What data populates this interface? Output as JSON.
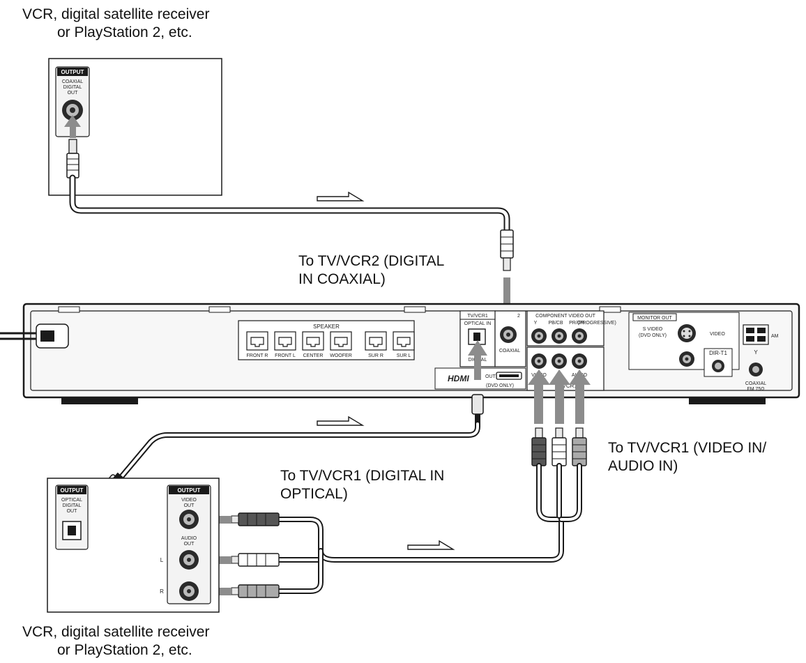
{
  "labels": {
    "top_device": [
      "VCR, digital satellite receiver",
      "or PlayStation 2, etc."
    ],
    "bottom_device": [
      "VCR, digital satellite receiver",
      "or PlayStation 2, etc."
    ],
    "to_coaxial": [
      "To TV/VCR2 (DIGITAL",
      "IN COAXIAL)"
    ],
    "to_optical": [
      "To TV/VCR1 (DIGITAL IN",
      "OPTICAL)"
    ],
    "to_video_audio": [
      "To TV/VCR1 (VIDEO IN/",
      "AUDIO IN)"
    ]
  },
  "top_device_panel": {
    "output": "OUTPUT",
    "jack_label": [
      "COAXIAL",
      "DIGITAL",
      "OUT"
    ]
  },
  "bottom_device_panel": {
    "output_left": "OUTPUT",
    "optical_label": [
      "OPTICAL",
      "DIGITAL",
      "OUT"
    ],
    "output_right": "OUTPUT",
    "video_label": [
      "VIDEO",
      "OUT"
    ],
    "audio_label": [
      "AUDIO",
      "OUT"
    ],
    "channel_l": "L",
    "channel_r": "R"
  },
  "main_unit": {
    "speaker": "SPEAKER",
    "speaker_ports": [
      "FRONT R",
      "FRONT L",
      "CENTER",
      "WOOFER",
      "SUR R",
      "SUR L"
    ],
    "tv_vcr1": "TV/VCR1",
    "optical_in": "OPTICAL IN",
    "digital": "DIGITAL",
    "tv_vcr2": "2",
    "coaxial": "COAXIAL",
    "component": "COMPONENT VIDEO OUT",
    "component_y": "Y",
    "component_pb": "PB/CB",
    "component_pr": "PR/CR",
    "progressive": "(PROGRESSIVE)",
    "monitor_out": "MONITOR OUT",
    "s_video": [
      "S VIDEO",
      "(DVD ONLY)"
    ],
    "video": "VIDEO",
    "dir_t1": "DIR-T1",
    "hdmi": "HDMI",
    "hdmi_out": "OUT",
    "hdmi_sub": "(DVD ONLY)",
    "video_in": "VIDEO",
    "audio_in": "AUDIO",
    "tv_vcr1_bottom": "TV/VCR1",
    "am": "AM",
    "coaxial_fm": [
      "COAXIAL",
      "FM 75Ω"
    ]
  },
  "colors": {
    "line": "#1a1a1a",
    "arrow": "#8c8c8c",
    "panel": "#f3f3f3"
  }
}
